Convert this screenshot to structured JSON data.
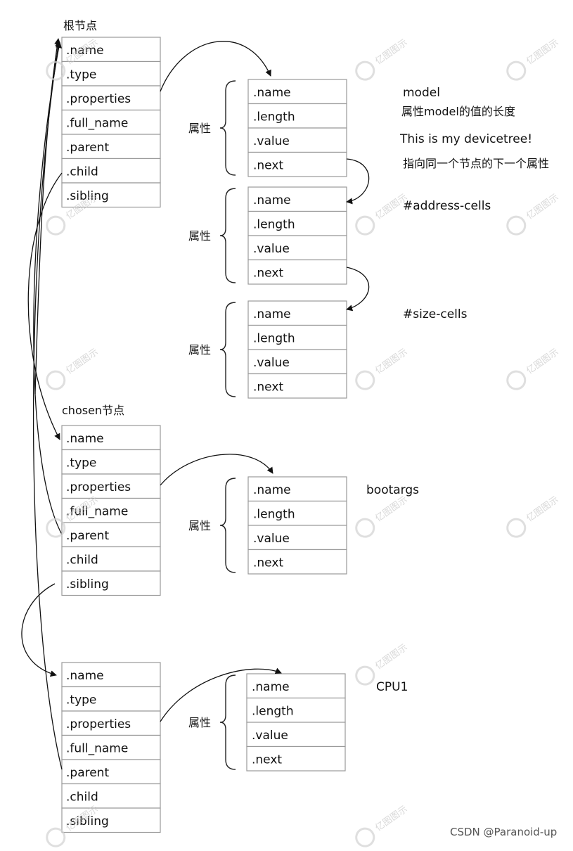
{
  "diagram": {
    "node_labels": {
      "root": "根节点",
      "chosen": "chosen节点"
    },
    "node_fields": [
      ".name",
      ".type",
      ".properties",
      ".full_name",
      ".parent",
      ".child",
      ".sibling"
    ],
    "prop_fields": [
      ".name",
      ".length",
      ".value",
      ".next"
    ],
    "brace_label": "属性",
    "annotations": {
      "model": "model",
      "model_len": "属性model的值的长度",
      "model_value": "This is my devicetree!",
      "next_desc": "指向同一个节点的下一个属性",
      "address_cells": "#address-cells",
      "size_cells": "#size-cells",
      "bootargs": "bootargs",
      "cpu1": "CPU1"
    },
    "watermark": "亿图图示",
    "footer": "CSDN @Paranoid-up"
  }
}
